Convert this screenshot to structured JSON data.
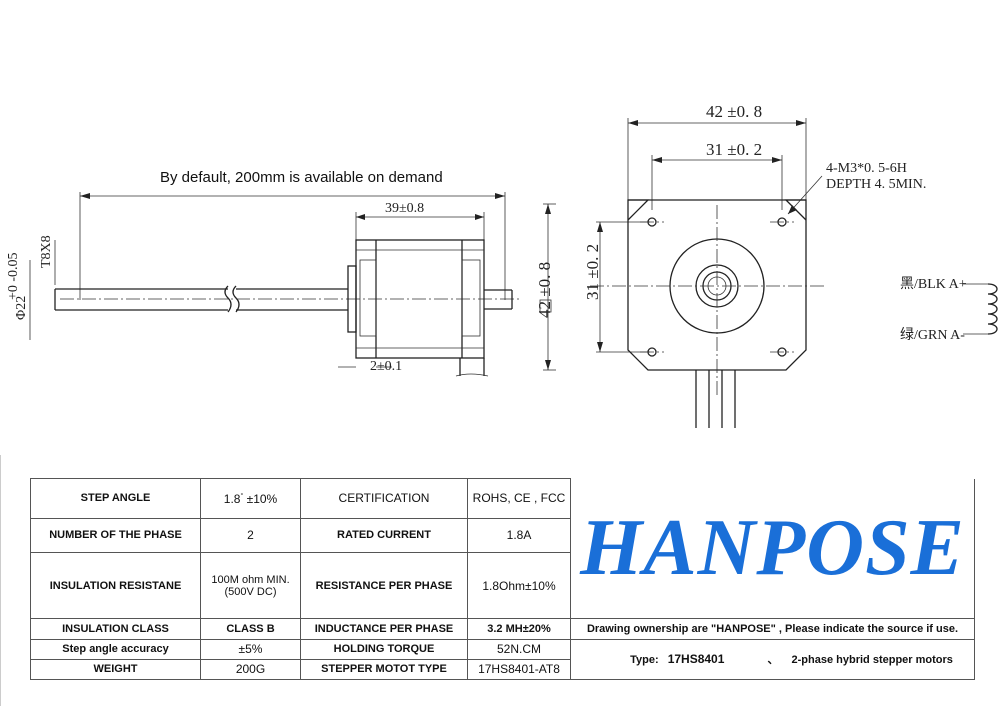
{
  "drawing": {
    "note": "By default, 200mm is available on demand",
    "dims": {
      "len_39": "39±0.8",
      "len_2": "2±0.1",
      "t8x8": "T8X8",
      "dia22": "Φ22",
      "dia22_tol": "+0 -0.05",
      "w42": "42 ±0. 8",
      "w31": "31 ±0. 2",
      "h42": "42 ±0. 8",
      "h31": "31 ±0. 2",
      "thread": "4-M3*0. 5-6H",
      "depth": "DEPTH 4. 5MIN.",
      "wire_blk": "黑/BLK A+",
      "wire_grn": "绿/GRN A-"
    }
  },
  "table": {
    "rows": [
      [
        "STEP ANGLE",
        "1.8 ±10%",
        "CERTIFICATION",
        "ROHS, CE , FCC"
      ],
      [
        "NUMBER OF THE PHASE",
        "2",
        "RATED CURRENT",
        "1.8A"
      ],
      [
        "INSULATION RESISTANE",
        "100M ohm MIN. (500V DC)",
        "RESISTANCE PER PHASE",
        "1.8Ohm±10%"
      ],
      [
        "INSULATION CLASS",
        "CLASS B",
        "INDUCTANCE PER PHASE",
        "3.2 MH±20%"
      ],
      [
        "Step angle accuracy",
        "±5%",
        "HOLDING TORQUE",
        "52N.CM"
      ],
      [
        "WEIGHT",
        "200G",
        "STEPPER MOTOT TYPE",
        "17HS8401-AT8"
      ]
    ],
    "step_angle_deg": "°",
    "logo": "HANPOSE",
    "ownership": "Drawing ownership are \"HANPOSE\" , Please indicate the source if use.",
    "type_label": "Type:",
    "type_value": "17HS8401",
    "type_sep": "、",
    "type_desc": "2-phase hybrid stepper motors"
  }
}
